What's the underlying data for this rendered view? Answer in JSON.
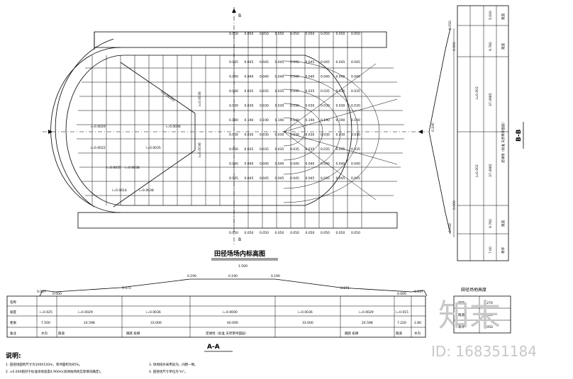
{
  "plan": {
    "title": "田径场场内标高图",
    "scale": "1:500",
    "section_mark_top": "B",
    "section_mark_bottom": "B",
    "slope_labels": [
      "i=0.0029",
      "i=0.0036",
      "i=0.0022",
      "i=0.0035",
      "i=0.0035",
      "i=0.0038",
      "i=0.0014",
      "i=0.0038",
      "i=0.00285",
      "i=0.0036",
      "i=0.0036"
    ],
    "grid_row_values": [
      [
        "0.050",
        "0.050",
        "0.050",
        "0.050",
        "0.050",
        "0.050",
        "0.050",
        "0.050",
        "0.050"
      ],
      [
        "0.045",
        "0.045",
        "0.045",
        "0.045",
        "0.045",
        "0.045",
        "0.045",
        "0.045",
        "0.045"
      ],
      [
        "0.040",
        "0.040",
        "0.040",
        "0.040",
        "0.040",
        "0.040",
        "0.040",
        "0.040",
        "0.040"
      ],
      [
        "0.030",
        "0.035",
        "0.035",
        "0.035",
        "0.035",
        "0.035",
        "0.035",
        "0.035",
        "0.035"
      ],
      [
        "0.030",
        "0.030",
        "0.030",
        "0.030",
        "0.030",
        "0.030",
        "0.030",
        "0.030",
        "0.030"
      ],
      [
        "0.190",
        "0.190",
        "0.190",
        "0.190",
        "0.190",
        "0.190",
        "0.190",
        "0.190",
        "0.190"
      ],
      [
        "0.030",
        "0.030",
        "0.030",
        "0.030",
        "0.030",
        "0.030",
        "0.030",
        "0.030",
        "0.030"
      ],
      [
        "0.030",
        "0.035",
        "0.035",
        "0.035",
        "0.035",
        "0.035",
        "0.035",
        "0.035",
        "0.035"
      ],
      [
        "0.040",
        "0.040",
        "0.040",
        "0.040",
        "0.040",
        "0.040",
        "0.040",
        "0.040",
        "0.040"
      ],
      [
        "0.045",
        "0.045",
        "0.045",
        "0.045",
        "0.045",
        "0.045",
        "0.045",
        "0.045",
        "0.045"
      ],
      [
        "0.050",
        "0.050",
        "0.050",
        "0.050",
        "0.050",
        "0.050",
        "0.050",
        "0.050",
        "0.050"
      ]
    ]
  },
  "section_aa": {
    "label": "A-A",
    "peak_labels": [
      "0.037",
      "0.000",
      "0.071",
      "0.190",
      "0.190",
      "0.190",
      "0.071",
      "0.000",
      "0.037"
    ],
    "row_headers": [
      "名称",
      "坡度",
      "距离",
      "备注"
    ],
    "slope_row": [
      "i=0.025",
      "i=0.0029",
      "i=0.0036",
      "i=0.0000",
      "i=0.0036",
      "i=0.0029",
      "i=0.015"
    ],
    "distance_row": [
      "7.500",
      "24.598",
      "33.000",
      "40.000",
      "33.000",
      "24.598",
      "7.220",
      "2.80"
    ],
    "note_row": [
      "水沟",
      "跑道",
      "跳跃 投掷",
      "足球场（标准 天然草坪面层）",
      "跳跃 投掷",
      "跑道",
      "水沟"
    ]
  },
  "section_bb": {
    "label": "B-B",
    "top_values": [
      "0.050",
      "0.000"
    ],
    "center_value": "0.190",
    "slope_values": [
      "i=0.002",
      "i=0.002"
    ],
    "bottom_values": [
      "0.000",
      "0.050"
    ],
    "table_cols": [
      "5.000",
      "9.760",
      "37.3985",
      "37.3985",
      "9.760",
      "7.00"
    ],
    "table_notes": [
      "跑道",
      "跑道",
      "足球场（标准 天然草坪面层）",
      "跑道",
      "草坪"
    ]
  },
  "height_table": {
    "title": "田径场地高度",
    "rows": [
      [
        "项目",
        "0.270"
      ],
      [
        "跑道",
        "0.010"
      ],
      [
        "草坪",
        "0.050"
      ]
    ]
  },
  "notes": {
    "heading": "说明:",
    "items": [
      "1. 田径场面积尺寸为100X150m，草坪面积为85%。",
      "2. ±0.000相对于标准场地高度4.900m(具体按场地实际情况确定)。",
      "3. 场地排水采用盲沟，间距一致。",
      "4. 田径场尺寸单位为\"m\"。"
    ]
  },
  "watermark": {
    "brand": "知末",
    "id_text": "ID: 168351184"
  }
}
